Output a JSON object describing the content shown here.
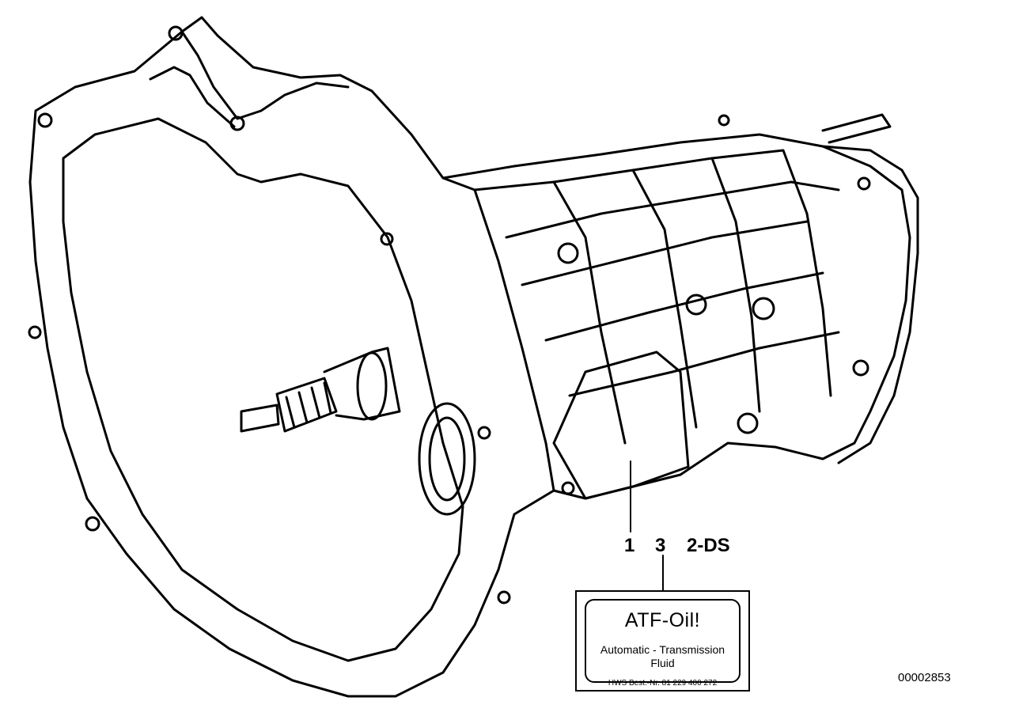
{
  "callouts": {
    "part_1": "1",
    "part_3": "3",
    "part_2_ds": "2-DS"
  },
  "label": {
    "title": "ATF-Oil!",
    "line1": "Automatic - Transmission",
    "line2": "Fluid",
    "order_number": "HWS Best.-Nr. 81 229 400 272"
  },
  "diagram_id": "00002853",
  "colors": {
    "ink": "#000000",
    "paper": "#ffffff"
  }
}
